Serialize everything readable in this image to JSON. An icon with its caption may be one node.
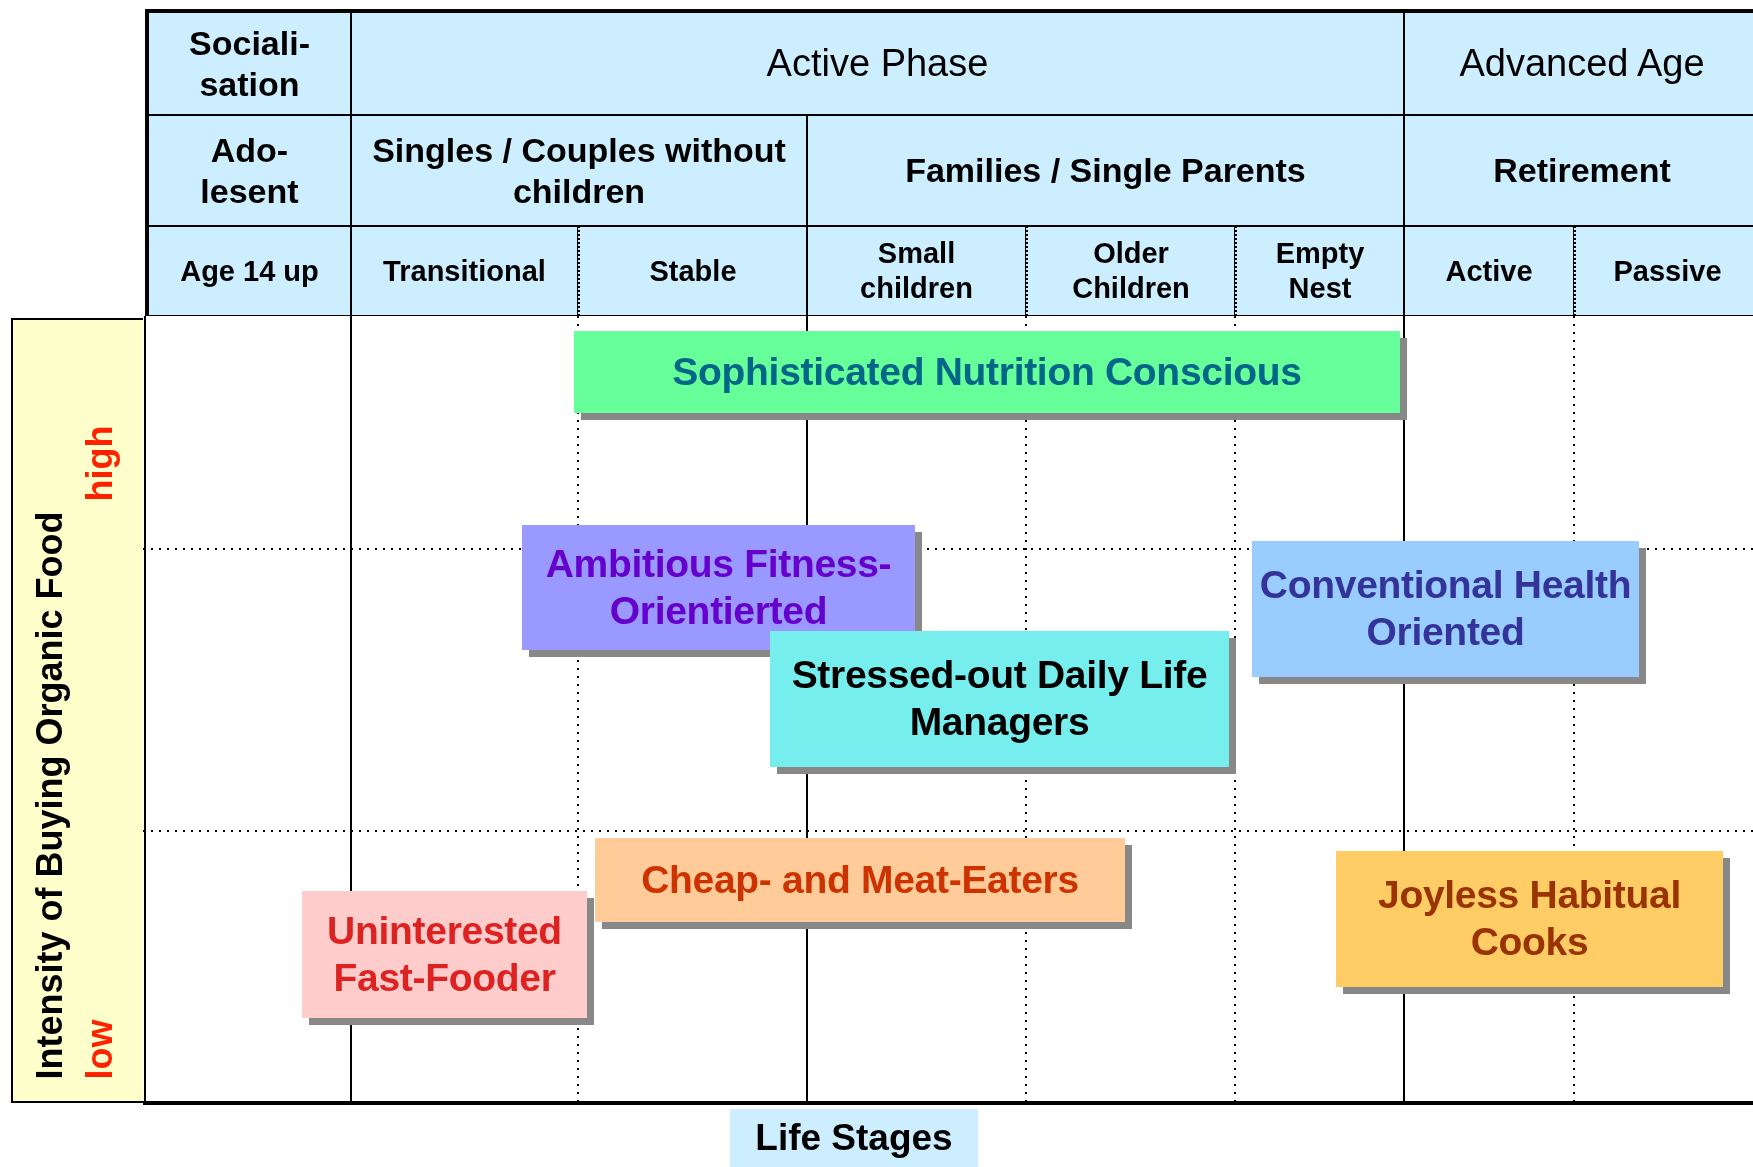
{
  "diagram": {
    "nodes": [
      {
        "text": [
          "Intensity of Buying Organic Food",
          "high",
          "low"
        ]
      },
      {
        "text": [
          "Sophisticated Nutrition Conscious"
        ]
      },
      {
        "text": [
          "Ambitious Fitness- Orientierted"
        ]
      },
      {
        "text": [
          "Conventional Health Oriented"
        ]
      },
      {
        "text": [
          "Stressed-out Daily Life Managers"
        ]
      },
      {
        "text": [
          "Cheap- and Meat-Eaters"
        ]
      },
      {
        "text": [
          "Uninterested Fast-Fooder"
        ]
      },
      {
        "text": [
          "Joyless Habitual Cooks"
        ]
      },
      {
        "text": [
          "Life Stages"
        ]
      }
    ],
    "edges": [],
    "labels": [
      "Sociali- sation",
      "Active Phase",
      "Advanced Age",
      "Ado- lesent",
      "Singles / Couples without children",
      "Families / Single Parents",
      "Retirement",
      "Age 14 up",
      "Transitional",
      "Stable",
      "Small children",
      "Older Children",
      "Empty Nest",
      "Active",
      "Passive"
    ]
  }
}
